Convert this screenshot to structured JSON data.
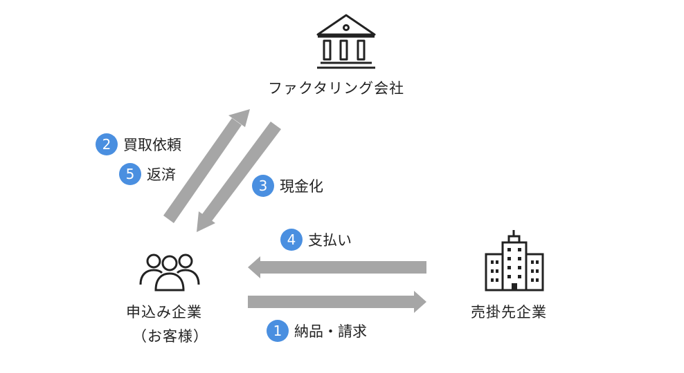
{
  "nodes": {
    "factoring": {
      "label": "ファクタリング会社",
      "icon": "bank-icon"
    },
    "applicant": {
      "label_line1": "申込み企業",
      "label_line2": "（お客様）",
      "icon": "users-group-icon"
    },
    "buyer": {
      "label": "売掛先企業",
      "icon": "office-buildings-icon"
    }
  },
  "steps": [
    {
      "number": "1",
      "label": "納品・請求"
    },
    {
      "number": "2",
      "label": "買取依頼"
    },
    {
      "number": "3",
      "label": "現金化"
    },
    {
      "number": "4",
      "label": "支払い"
    },
    {
      "number": "5",
      "label": "返済"
    }
  ],
  "colors": {
    "arrow": "#a6a6a6",
    "badge": "#4a8fe0",
    "icon": "#222222",
    "text": "#222222"
  }
}
